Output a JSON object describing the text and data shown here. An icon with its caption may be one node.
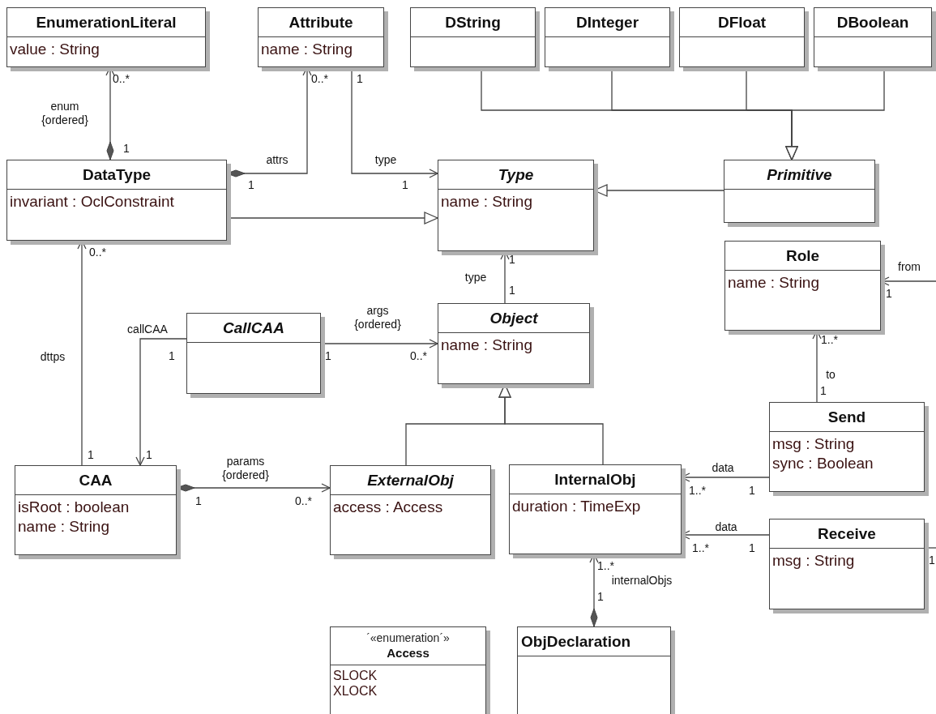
{
  "diagram": {
    "nodes": [
      {
        "text": [
          "EnumerationLiteral",
          "value : String"
        ]
      },
      {
        "text": [
          "Attribute",
          "name : String"
        ]
      },
      {
        "text": [
          "DString"
        ]
      },
      {
        "text": [
          "DInteger"
        ]
      },
      {
        "text": [
          "DFloat"
        ]
      },
      {
        "text": [
          "DBoolean"
        ]
      },
      {
        "text": [
          "DataType",
          "invariant : OclConstraint"
        ]
      },
      {
        "text": [
          "Type",
          "name : String"
        ]
      },
      {
        "text": [
          "Primitive"
        ]
      },
      {
        "text": [
          "Role",
          "name : String"
        ]
      },
      {
        "text": [
          "CallCAA"
        ]
      },
      {
        "text": [
          "Object",
          "name : String"
        ]
      },
      {
        "text": [
          "CAA",
          "isRoot : boolean",
          "name : String"
        ]
      },
      {
        "text": [
          "ExternalObj",
          "access : Access"
        ]
      },
      {
        "text": [
          "InternalObj",
          "duration : TimeExp"
        ]
      },
      {
        "text": [
          "Send",
          "msg : String",
          "sync : Boolean"
        ]
      },
      {
        "text": [
          "Receive",
          "msg : String"
        ]
      },
      {
        "text": [
          "´«enumeration´»",
          "Access",
          "SLOCK",
          "XLOCK"
        ]
      },
      {
        "text": [
          "ObjDeclaration"
        ]
      }
    ],
    "edges": [
      {
        "from": 6,
        "to": 0,
        "arrow": "to",
        "label": "enum {ordered}"
      },
      {
        "from": 6,
        "to": 1,
        "arrow": "to",
        "label": "attrs"
      },
      {
        "from": 1,
        "to": 7,
        "arrow": "to",
        "label": "type"
      },
      {
        "from": 6,
        "to": 7,
        "arrow": "to"
      },
      {
        "from": 2,
        "to": 8,
        "arrow": "to"
      },
      {
        "from": 3,
        "to": 8,
        "arrow": "to"
      },
      {
        "from": 4,
        "to": 8,
        "arrow": "to"
      },
      {
        "from": 5,
        "to": 8,
        "arrow": "to"
      },
      {
        "from": 8,
        "to": 7,
        "arrow": "to"
      },
      {
        "from": 11,
        "to": 7,
        "arrow": "to",
        "label": "type"
      },
      {
        "from": 10,
        "to": 11,
        "arrow": "to",
        "label": "args {ordered}"
      },
      {
        "from": 10,
        "to": 12,
        "arrow": "to",
        "label": "callCAA"
      },
      {
        "from": 12,
        "to": 6,
        "arrow": "to",
        "label": "dttps"
      },
      {
        "from": 12,
        "to": 13,
        "arrow": "to",
        "label": "params {ordered}"
      },
      {
        "from": 13,
        "to": 11,
        "arrow": "to"
      },
      {
        "from": 14,
        "to": 11,
        "arrow": "to"
      },
      {
        "from": 15,
        "to": 9,
        "arrow": "to",
        "label": "to"
      },
      {
        "from": 15,
        "to": 14,
        "arrow": "to",
        "label": "data"
      },
      {
        "from": 16,
        "to": 14,
        "arrow": "to",
        "label": "data"
      },
      {
        "from": 18,
        "to": 14,
        "arrow": "to",
        "label": "internalObjs"
      },
      {
        "from": null,
        "to": 9,
        "arrow": "to",
        "label": "from"
      },
      {
        "from": 16,
        "to": null,
        "arrow": "none"
      }
    ],
    "labels": [
      "0..*",
      "0..*",
      "1",
      "1",
      "1",
      "1",
      "0..*",
      "1",
      "1",
      "1",
      "1",
      "1",
      "0..*",
      "1..*",
      "1",
      "1",
      "1",
      "1",
      "0..*",
      "1..*",
      "1",
      "1..*",
      "1",
      "1",
      "1..*",
      "1"
    ]
  }
}
